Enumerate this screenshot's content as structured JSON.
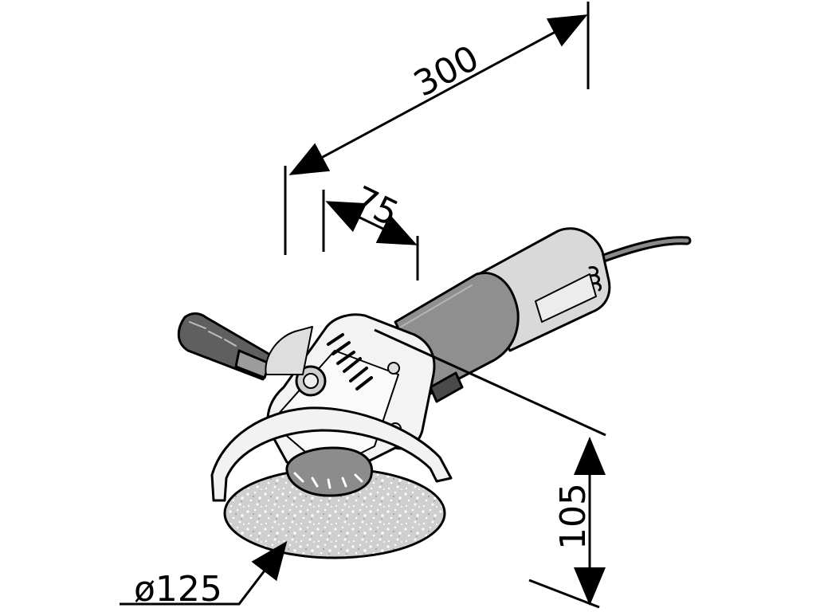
{
  "dimensions": {
    "overall_length": "300",
    "head_offset": "75",
    "height": "105",
    "disc_diameter": "ø125"
  },
  "colors": {
    "line": "#000000",
    "light_grey": "#d4d4d4",
    "mid_grey": "#a7a7a7",
    "dark_grey": "#6f6f6f",
    "white": "#ffffff"
  }
}
